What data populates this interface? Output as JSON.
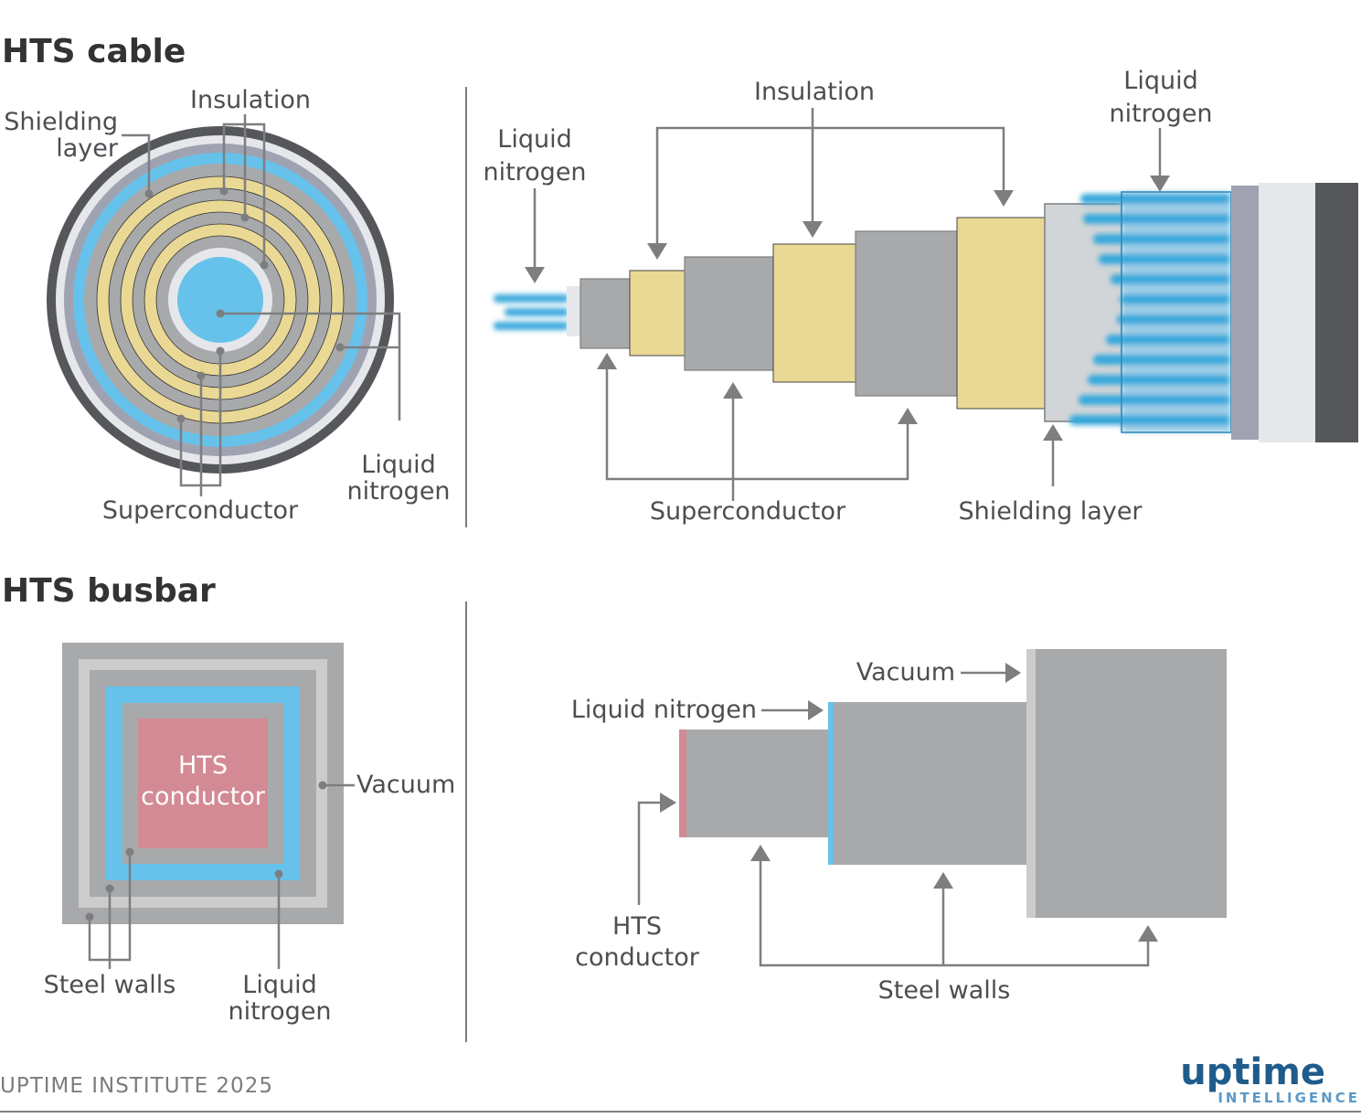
{
  "colors": {
    "dark_jacket": "#55575b",
    "light_layer": "#e6e7ea",
    "purple_gray": "#9fa3b1",
    "liquid_nitrogen": "#66c2ea",
    "steel_gray": "#a8a9ab",
    "insulation_yellow": "#ead895",
    "shield_light": "#d2d5d7",
    "vacuum": "#cccccd",
    "hts_pink": "#d38a94",
    "leader": "#7d7e80"
  },
  "cable": {
    "title": "HTS cable",
    "cross_section": {
      "labels": {
        "insulation": "Insulation",
        "shielding_1": "Shielding",
        "shielding_2": "layer",
        "superconductor": "Superconductor",
        "nitrogen_1": "Liquid",
        "nitrogen_2": "nitrogen"
      },
      "rings": [
        "dark_jacket",
        "light_layer",
        "purple_gray",
        "liquid_nitrogen",
        "steel_gray",
        "insulation_yellow",
        "steel_gray",
        "insulation_yellow",
        "steel_gray",
        "insulation_yellow",
        "steel_gray",
        "light_layer",
        "liquid_nitrogen"
      ]
    },
    "side_view": {
      "labels": {
        "nitrogen_left_1": "Liquid",
        "nitrogen_left_2": "nitrogen",
        "insulation": "Insulation",
        "nitrogen_right_1": "Liquid",
        "nitrogen_right_2": "nitrogen",
        "superconductor": "Superconductor",
        "shielding": "Shielding layer"
      },
      "segments": [
        "light_layer",
        "steel_gray",
        "insulation_yellow",
        "steel_gray",
        "insulation_yellow",
        "steel_gray",
        "insulation_yellow",
        "shield_light",
        "liquid_nitrogen",
        "purple_gray",
        "light_layer",
        "dark_jacket"
      ]
    }
  },
  "busbar": {
    "title": "HTS busbar",
    "cross_section": {
      "labels": {
        "conductor_1": "HTS",
        "conductor_2": "conductor",
        "vacuum": "Vacuum",
        "steel_walls": "Steel walls",
        "nitrogen_1": "Liquid",
        "nitrogen_2": "nitrogen"
      },
      "layers": [
        "steel_gray",
        "vacuum",
        "steel_gray",
        "liquid_nitrogen",
        "steel_gray",
        "hts_pink"
      ]
    },
    "side_view": {
      "labels": {
        "vacuum": "Vacuum",
        "nitrogen": "Liquid nitrogen",
        "conductor_1": "HTS",
        "conductor_2": "conductor",
        "steel_walls": "Steel walls"
      }
    }
  },
  "footer": {
    "credit": "UPTIME INSTITUTE 2025",
    "logo_main": "uptime",
    "logo_sub": "INTELLIGENCE"
  }
}
